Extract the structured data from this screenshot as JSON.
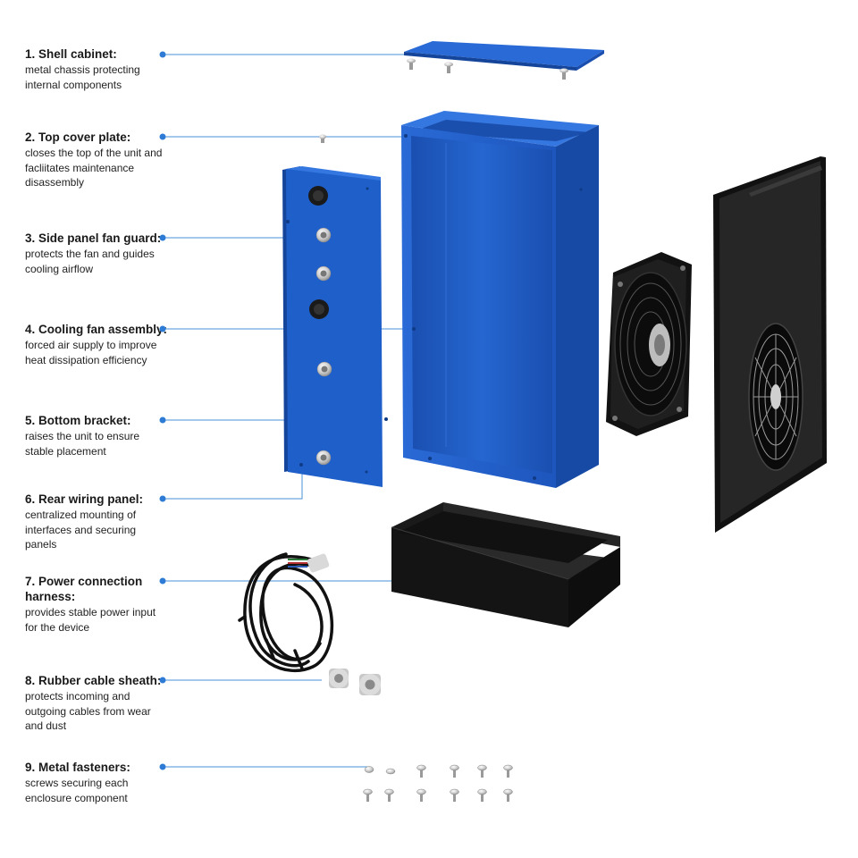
{
  "labels": [
    {
      "number": "1.",
      "title": "Shell cabinet:",
      "description": "metal chassis protecting internal components"
    },
    {
      "number": "2.",
      "title": "Top cover plate:",
      "description": "closes the top of the unit and facliitates maintenance disassembly"
    },
    {
      "number": "3.",
      "title": "Side panel fan guard:",
      "description": "protects the fan and guides cooling airflow"
    },
    {
      "number": "4.",
      "title": "Cooling fan assembly:",
      "description": "forced air supply to improve heat dissipation efficiency"
    },
    {
      "number": "5.",
      "title": "Bottom bracket:",
      "description": "raises the unit to ensure stable placement"
    },
    {
      "number": "6.",
      "title": "Rear wiring panel:",
      "description": "centralized mounting of interfaces and securing panels"
    },
    {
      "number": "7.",
      "title": "Power connection harness:",
      "description": "provides stable power input for the device"
    },
    {
      "number": "8.",
      "title": "Rubber cable sheath:",
      "description": "protects incoming and outgoing cables from wear and dust"
    },
    {
      "number": "9.",
      "title": "Metal fasteners:",
      "description": "screws securing each enclosure component"
    }
  ],
  "colors": {
    "leader_line": "#4a90d9",
    "enclosure_blue": "#1f5fc9",
    "enclosure_blue_dark": "#14459a",
    "enclosure_blue_light": "#3577e0",
    "black_part": "#1c1c1c",
    "text": "#1a1a1a"
  }
}
